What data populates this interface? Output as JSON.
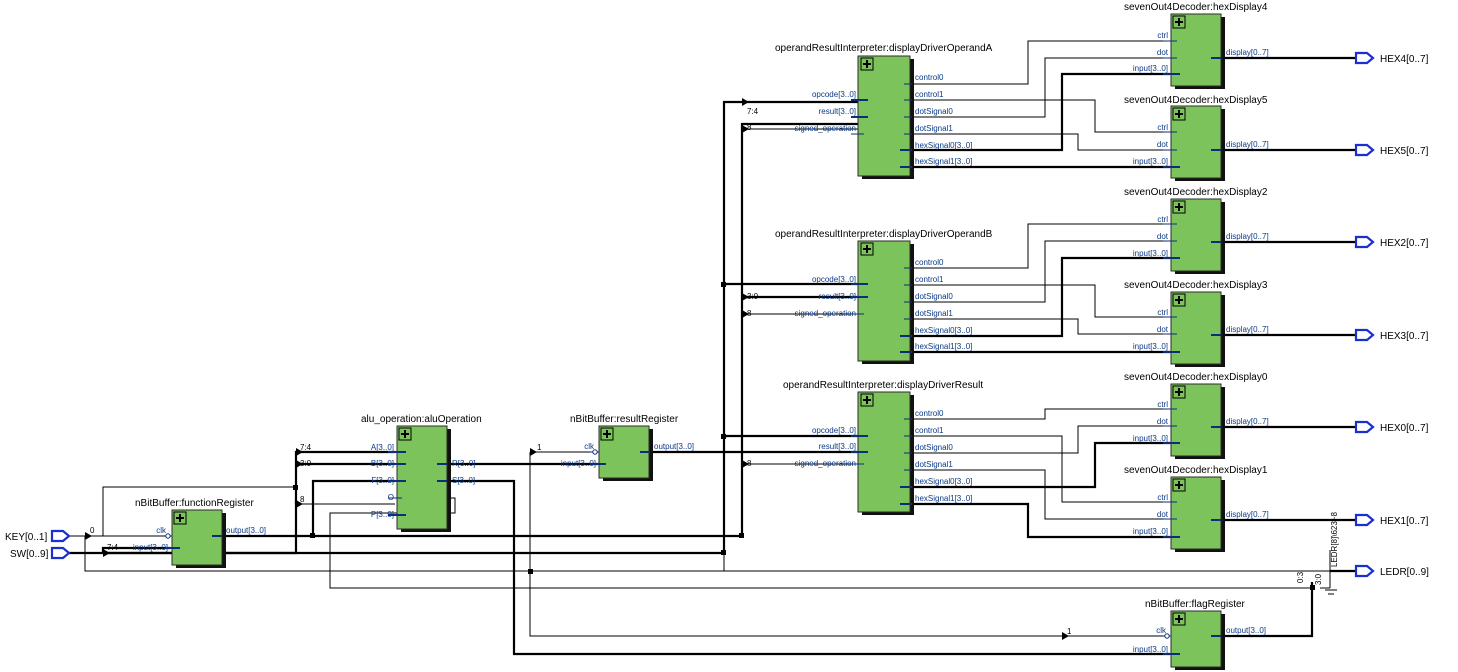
{
  "ports": {
    "inputs": [
      {
        "id": "key",
        "label": "KEY[0..1]"
      },
      {
        "id": "sw",
        "label": "SW[0..9]"
      }
    ],
    "outputs": [
      {
        "id": "hex4",
        "label": "HEX4[0..7]"
      },
      {
        "id": "hex5",
        "label": "HEX5[0..7]"
      },
      {
        "id": "hex2",
        "label": "HEX2[0..7]"
      },
      {
        "id": "hex3",
        "label": "HEX3[0..7]"
      },
      {
        "id": "hex0",
        "label": "HEX0[0..7]"
      },
      {
        "id": "hex1",
        "label": "HEX1[0..7]"
      },
      {
        "id": "ledr",
        "label": "LEDR[0..9]"
      }
    ]
  },
  "blocks": {
    "functionRegister": {
      "title": "nBitBuffer:functionRegister",
      "pins_in": [
        "clk",
        "input[3..0]"
      ],
      "pins_out": [
        "output[3..0]"
      ]
    },
    "aluOperation": {
      "title": "alu_operation:aluOperation",
      "pins_in": [
        "A[3..0]",
        "B[3..0]",
        "F[3..0]",
        "P[3..0]"
      ],
      "pins_out": [
        "R[3..0]",
        "S[3..0]",
        "O"
      ]
    },
    "resultRegister": {
      "title": "nBitBuffer:resultRegister",
      "pins_in": [
        "clk",
        "input[3..0]"
      ],
      "pins_out": [
        "output[3..0]"
      ]
    },
    "flagRegister": {
      "title": "nBitBuffer:flagRegister",
      "pins_in": [
        "clk",
        "input[3..0]"
      ],
      "pins_out": [
        "output[3..0]"
      ]
    },
    "driverA": {
      "title": "operandResultInterpreter:displayDriverOperandA",
      "pins_in": [
        "opcode[3..0]",
        "result[3..0]",
        "signed_operation"
      ],
      "pins_out": [
        "control0",
        "control1",
        "dotSignal0",
        "dotSignal1",
        "hexSignal0[3..0]",
        "hexSignal1[3..0]"
      ]
    },
    "driverB": {
      "title": "operandResultInterpreter:displayDriverOperandB",
      "pins_in": [
        "opcode[3..0]",
        "result[3..0]",
        "signed_operation"
      ],
      "pins_out": [
        "control0",
        "control1",
        "dotSignal0",
        "dotSignal1",
        "hexSignal0[3..0]",
        "hexSignal1[3..0]"
      ]
    },
    "driverR": {
      "title": "operandResultInterpreter:displayDriverResult",
      "pins_in": [
        "opcode[3..0]",
        "result[3..0]",
        "signed_operation"
      ],
      "pins_out": [
        "control0",
        "control1",
        "dotSignal0",
        "dotSignal1",
        "hexSignal0[3..0]",
        "hexSignal1[3..0]"
      ]
    },
    "hex4": {
      "title": "sevenOut4Decoder:hexDisplay4",
      "pins_in": [
        "ctrl",
        "dot",
        "input[3..0]"
      ],
      "pins_out": [
        "display[0..7]"
      ]
    },
    "hex5": {
      "title": "sevenOut4Decoder:hexDisplay5",
      "pins_in": [
        "ctrl",
        "dot",
        "input[3..0]"
      ],
      "pins_out": [
        "display[0..7]"
      ]
    },
    "hex2": {
      "title": "sevenOut4Decoder:hexDisplay2",
      "pins_in": [
        "ctrl",
        "dot",
        "input[3..0]"
      ],
      "pins_out": [
        "display[0..7]"
      ]
    },
    "hex3": {
      "title": "sevenOut4Decoder:hexDisplay3",
      "pins_in": [
        "ctrl",
        "dot",
        "input[3..0]"
      ],
      "pins_out": [
        "display[0..7]"
      ]
    },
    "hex0": {
      "title": "sevenOut4Decoder:hexDisplay0",
      "pins_in": [
        "ctrl",
        "dot",
        "input[3..0]"
      ],
      "pins_out": [
        "display[0..7]"
      ]
    },
    "hex1": {
      "title": "sevenOut4Decoder:hexDisplay1",
      "pins_in": [
        "ctrl",
        "dot",
        "input[3..0]"
      ],
      "pins_out": [
        "display[0..7]"
      ]
    }
  },
  "wire_labels": {
    "key_bit": "0",
    "sw_bits": "7:4",
    "alu_a_bits": "7:4",
    "alu_b_bits": "3:0",
    "alu_p_bit": "8",
    "result_clk_bit": "1",
    "flag_clk_bit": "1",
    "driverA_result_bits": "7:4",
    "driverA_signed_bit": "8",
    "driverB_result_bits": "3:0",
    "driverB_signed_bit": "8",
    "driverR_signed_bit": "8",
    "ledr_high": "LEDR[8]\\623~8",
    "ledr_low_a": "0:3",
    "ledr_low_b": "3:0"
  }
}
